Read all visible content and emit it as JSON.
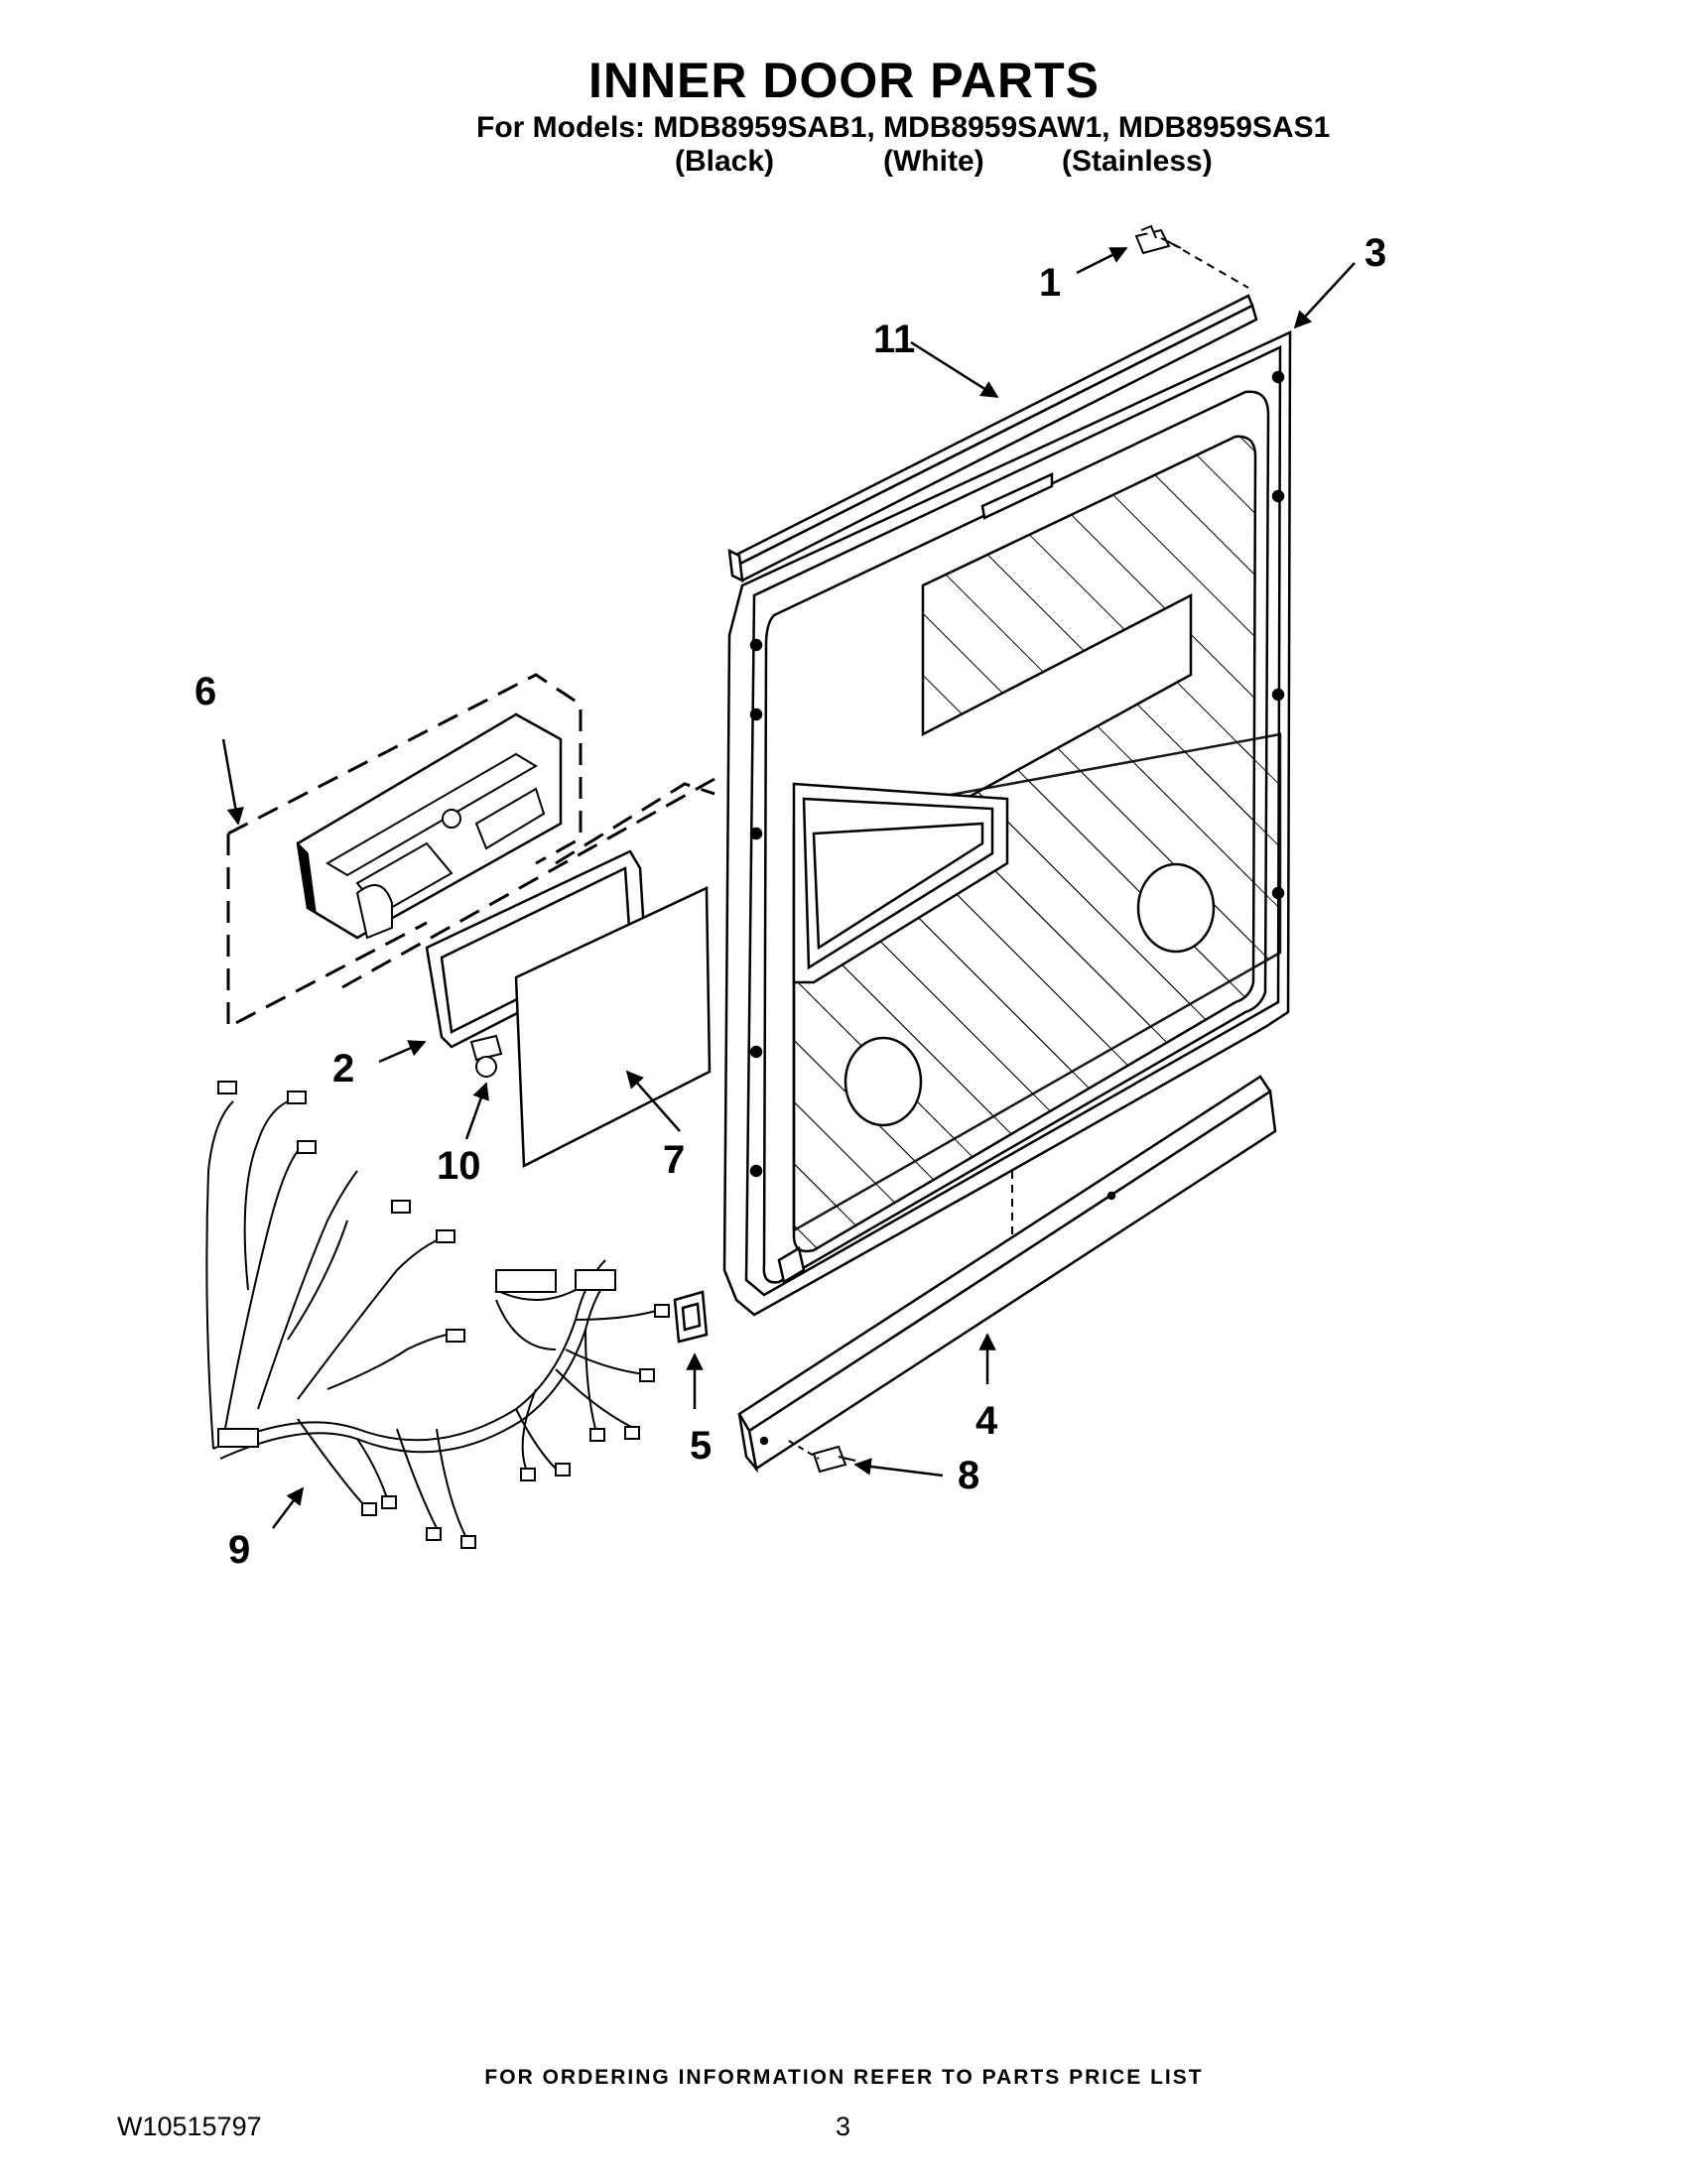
{
  "header": {
    "title": "INNER DOOR PARTS",
    "models_line": "For Models: MDB8959SAB1, MDB8959SAW1, MDB8959SAS1",
    "variants": [
      "(Black)",
      "(White)",
      "(Stainless)"
    ]
  },
  "callouts": [
    "1",
    "2",
    "3",
    "4",
    "5",
    "6",
    "7",
    "8",
    "9",
    "10",
    "11"
  ],
  "footer": {
    "note": "FOR ORDERING INFORMATION REFER TO PARTS PRICE LIST",
    "doc_number": "W10515797",
    "page": "3"
  }
}
